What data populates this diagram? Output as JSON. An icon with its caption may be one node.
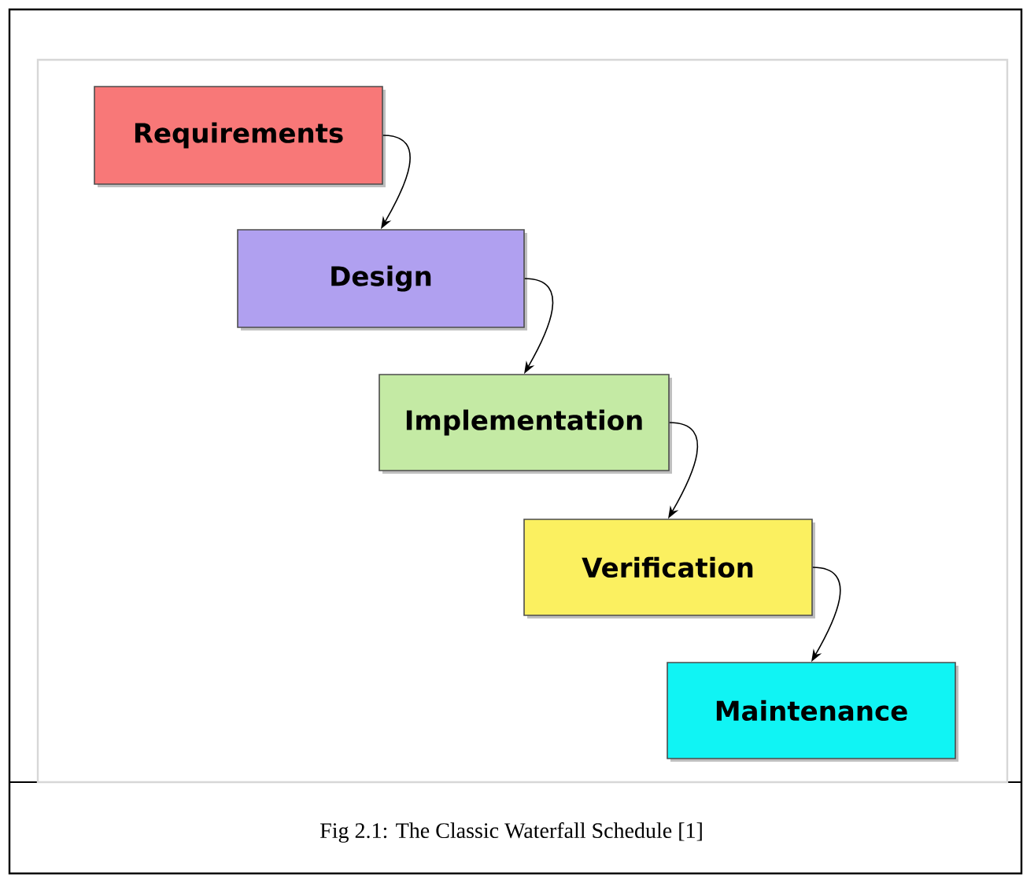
{
  "diagram": {
    "caption": "Fig 2.1: The Classic Waterfall Schedule [1]",
    "nodes": [
      {
        "text": [
          "Requirements"
        ]
      },
      {
        "text": [
          "Design"
        ]
      },
      {
        "text": [
          "Implementation"
        ]
      },
      {
        "text": [
          "Verification"
        ]
      },
      {
        "text": [
          "Maintenance"
        ]
      }
    ],
    "edges": [
      {
        "from": 0,
        "to": 1,
        "arrow": "to"
      },
      {
        "from": 1,
        "to": 2,
        "arrow": "to"
      },
      {
        "from": 2,
        "to": 3,
        "arrow": "to"
      },
      {
        "from": 3,
        "to": 4,
        "arrow": "to"
      }
    ]
  }
}
